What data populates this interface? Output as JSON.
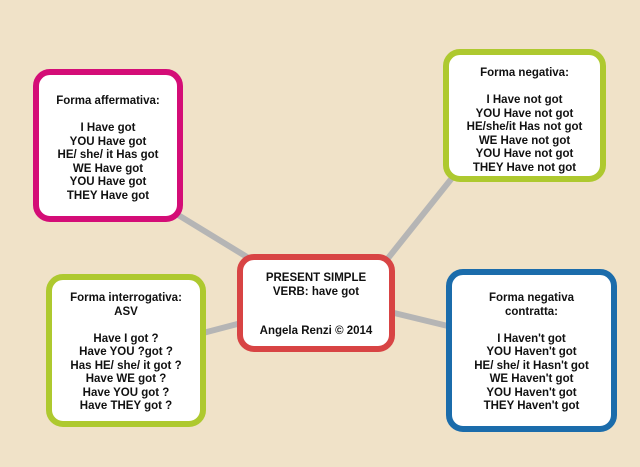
{
  "palette": {
    "background": "#f0e2c8",
    "connector": "#b5b5b5",
    "magenta": "#d40d77",
    "green": "#aec92f",
    "blue": "#1b6cab",
    "red": "#d84444",
    "text": "#111111"
  },
  "center_node": {
    "title_lines": [
      "PRESENT SIMPLE",
      "VERB: have got"
    ],
    "credit": "Angela Renzi © 2014"
  },
  "nodes": [
    {
      "id": "affirmative",
      "title_lines": [
        "Forma affermativa:"
      ],
      "lines": [
        "I Have got",
        "YOU Have got",
        "HE/ she/ it Has got",
        "WE Have got",
        "YOU Have got",
        "THEY Have got"
      ]
    },
    {
      "id": "negative",
      "title_lines": [
        "Forma negativa:"
      ],
      "lines": [
        "I Have not got",
        "YOU Have not got",
        "HE/she/it Has not got",
        "WE Have not got",
        "YOU Have not got",
        "THEY Have not got"
      ]
    },
    {
      "id": "interrogative",
      "title_lines": [
        "Forma interrogativa:",
        "ASV"
      ],
      "lines": [
        "Have I got ?",
        "Have YOU ?got ?",
        "Has HE/ she/ it got ?",
        "Have WE got ?",
        "Have YOU got ?",
        "Have THEY got ?"
      ]
    },
    {
      "id": "negative_contracted",
      "title_lines": [
        "Forma negativa",
        "contratta:"
      ],
      "lines": [
        "I Haven't got",
        "YOU Haven't got",
        "HE/ she/ it Hasn't got",
        "WE Haven't got",
        "YOU Haven't got",
        "THEY Haven't got"
      ]
    }
  ]
}
